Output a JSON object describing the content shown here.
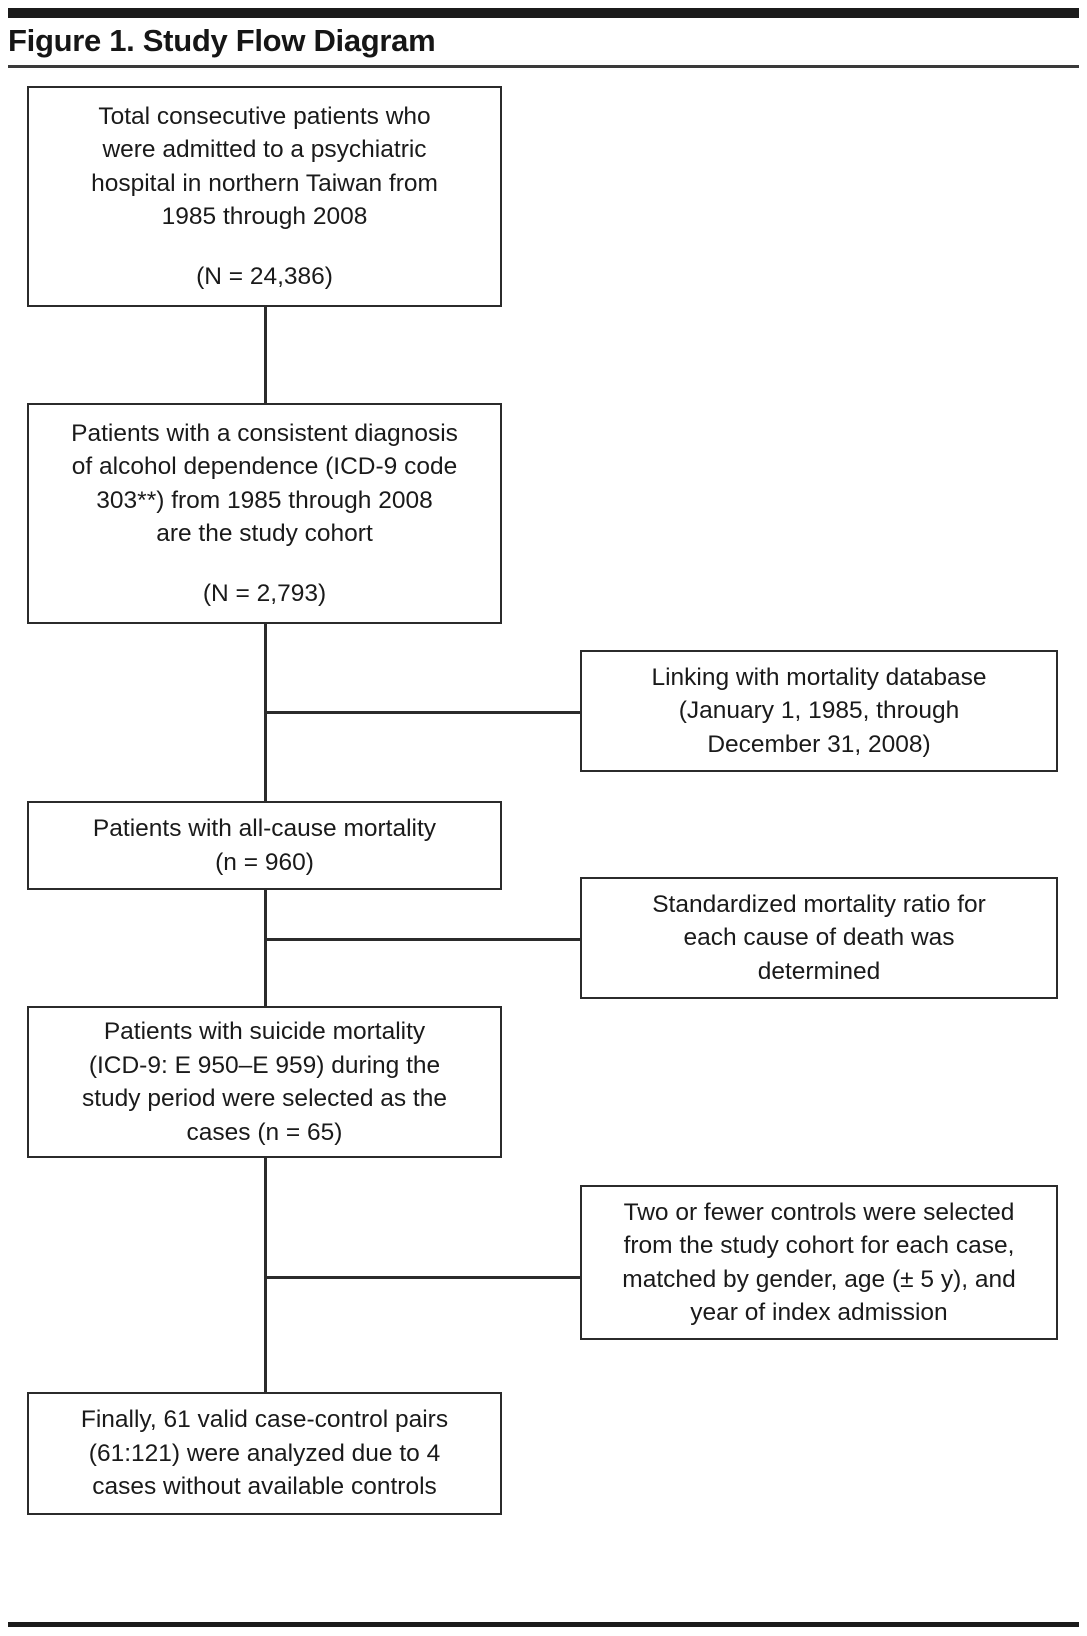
{
  "figure": {
    "title": "Figure 1. Study Flow Diagram"
  },
  "nodes": {
    "total_patients": {
      "line1": "Total consecutive patients who",
      "line2": "were admitted to a psychiatric",
      "line3": "hospital in northern Taiwan from",
      "line4": "1985 through 2008",
      "count": "(N = 24,386)"
    },
    "study_cohort": {
      "line1": "Patients with a consistent diagnosis",
      "line2": "of alcohol dependence (ICD-9 code",
      "line3": "303**) from 1985 through 2008",
      "line4": "are the study cohort",
      "count": "(N = 2,793)"
    },
    "linking": {
      "line1": "Linking with mortality database",
      "line2": "(January 1, 1985, through",
      "line3": "December 31, 2008)"
    },
    "all_cause_mortality": {
      "line1": "Patients with all-cause mortality",
      "count": "(n = 960)"
    },
    "smr": {
      "line1": "Standardized mortality ratio for",
      "line2": "each cause of death was",
      "line3": "determined"
    },
    "suicide_mortality": {
      "line1": "Patients with suicide mortality",
      "line2": "(ICD-9: E 950–E 959) during the",
      "line3": "study period were selected as the",
      "line4": "cases (n = 65)"
    },
    "controls": {
      "line1": "Two or fewer controls were selected",
      "line2": "from the study cohort for each case,",
      "line3": "matched by gender, age (± 5 y), and",
      "line4": "year of index admission"
    },
    "final_pairs": {
      "line1": "Finally, 61 valid case-control pairs",
      "line2": "(61:121) were analyzed due to 4",
      "line3": "cases without available controls"
    }
  },
  "colors": {
    "rule": "#1b1b1b",
    "box_border": "#2b2b2b",
    "text": "#1a1a1a",
    "background": "#ffffff"
  }
}
